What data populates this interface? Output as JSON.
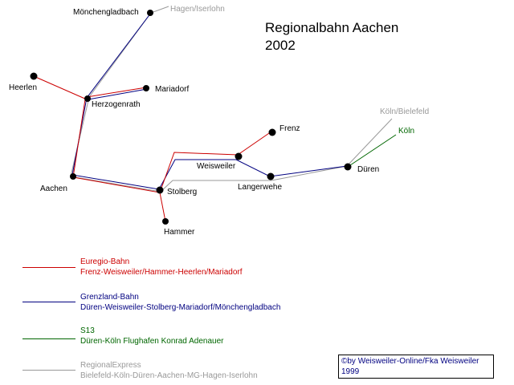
{
  "title": {
    "line1": "Regionalbahn Aachen",
    "line2": "2002"
  },
  "colors": {
    "euregio": "#cc0000",
    "grenzland": "#000080",
    "s13": "#006600",
    "regionalexpress": "#999999",
    "station": "#000000"
  },
  "stations": {
    "moenchengladbach": "Mönchengladbach",
    "heerlen": "Heerlen",
    "mariadorf": "Mariadorf",
    "herzogenrath": "Herzogenrath",
    "aachen": "Aachen",
    "stolberg": "Stolberg",
    "hammer": "Hammer",
    "weisweiler": "Weisweiler",
    "frenz": "Frenz",
    "langerwehe": "Langerwehe",
    "dueren": "Düren"
  },
  "extensions": {
    "hagen": "Hagen/Iserlohn",
    "koeln_bielefeld": "Köln/Bielefeld",
    "koeln": "Köln"
  },
  "legend": [
    {
      "name": "Euregio-Bahn",
      "route": "Frenz-Weisweiler/Hammer-Heerlen/Mariadorf",
      "color": "#cc0000"
    },
    {
      "name": "Grenzland-Bahn",
      "route": "Düren-Weisweiler-Stolberg-Mariadorf/Mönchengladbach",
      "color": "#000080"
    },
    {
      "name": "S13",
      "route": "Düren-Köln Flughafen Konrad Adenauer",
      "color": "#006600"
    },
    {
      "name": "RegionalExpress",
      "route": "Bielefeld-Köln-Düren-Aachen-MG-Hagen-Iserlohn",
      "color": "#999999"
    }
  ],
  "copyright": {
    "line1": "©by Weisweiler-Online/Fka Weisweiler",
    "line2": "1999"
  }
}
